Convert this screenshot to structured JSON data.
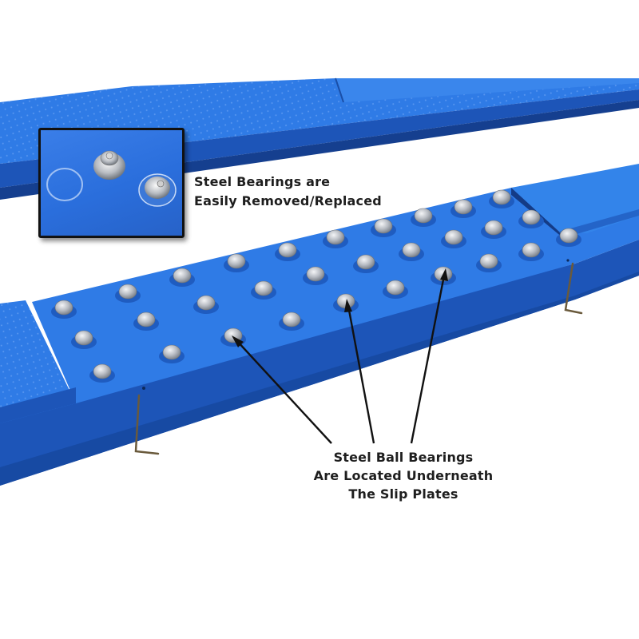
{
  "image": {
    "subject": "blue lift runway with steel ball bearing slip plates",
    "colors": {
      "runway_top": "#2f7be6",
      "runway_side": "#1d55b8",
      "runway_dark": "#153f8f",
      "bearing": "#c9ccd2",
      "hex_key": "#6a5a3c",
      "text": "#1e1e1e",
      "background": "#ffffff"
    }
  },
  "captions": {
    "inset_line1": "Steel Bearings are",
    "inset_line2": "Easily Removed/Replaced",
    "main_line1": "Steel Ball Bearings",
    "main_line2": "Are Located Underneath",
    "main_line3": "The Slip Plates"
  },
  "inset": {
    "label": "close-up of removable steel bearings"
  }
}
